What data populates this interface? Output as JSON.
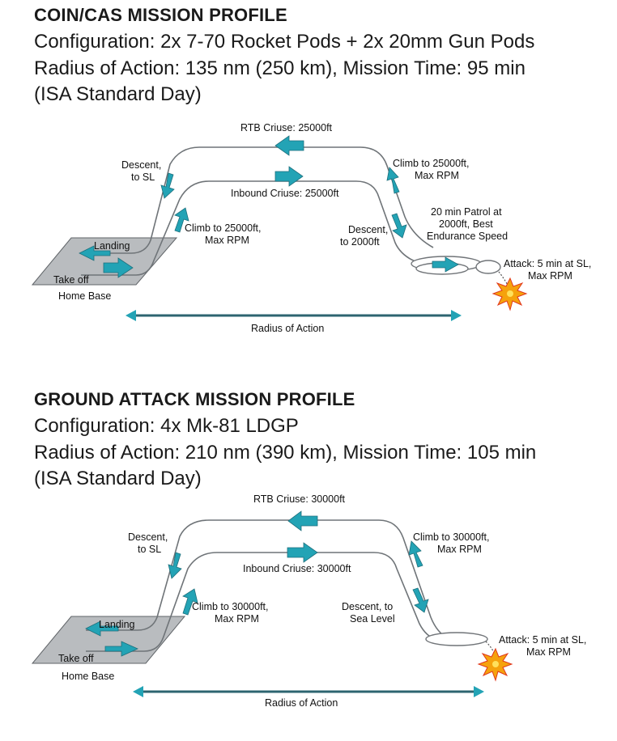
{
  "coin": {
    "title": "COIN/CAS MISSION PROFILE",
    "config": "Configuration: 2x 7-70 Rocket Pods + 2x 20mm Gun Pods",
    "radius": "Radius of Action: 135 nm (250 km), Mission Time: 95 min",
    "conditions": "(ISA Standard Day)",
    "labels": {
      "rtb": "RTB Criuse: 25000ft",
      "descent_sl_1": "Descent,",
      "descent_sl_2": "to SL",
      "climb_out_1": "Climb to 25000ft,",
      "climb_out_2": "Max RPM",
      "inbound": "Inbound Criuse: 25000ft",
      "climb_back_1": "Climb to 25000ft,",
      "climb_back_2": "Max RPM",
      "descent_patrol_1": "Descent,",
      "descent_patrol_2": "to 2000ft",
      "patrol_1": "20 min Patrol at",
      "patrol_2": "2000ft, Best",
      "patrol_3": "Endurance Speed",
      "attack_1": "Attack: 5 min at SL,",
      "attack_2": "Max RPM",
      "landing": "Landing",
      "takeoff": "Take off",
      "home": "Home Base",
      "roa": "Radius of Action"
    }
  },
  "ground": {
    "title": "GROUND ATTACK MISSION PROFILE",
    "config": "Configuration: 4x Mk-81 LDGP",
    "radius": "Radius of Action: 210 nm (390 km), Mission Time: 105 min",
    "conditions": "(ISA Standard Day)",
    "labels": {
      "rtb": "RTB Criuse: 30000ft",
      "descent_sl_1": "Descent,",
      "descent_sl_2": "to SL",
      "climb_out_1": "Climb to 30000ft,",
      "climb_out_2": "Max RPM",
      "inbound": "Inbound Criuse: 30000ft",
      "climb_back_1": "Climb to 30000ft,",
      "climb_back_2": "Max RPM",
      "descent_sea_1": "Descent, to",
      "descent_sea_2": "Sea Level",
      "attack_1": "Attack: 5 min at SL,",
      "attack_2": "Max RPM",
      "landing": "Landing",
      "takeoff": "Take off",
      "home": "Home Base",
      "roa": "Radius of Action"
    }
  },
  "colors": {
    "arrow": "#23a3b5",
    "route": "#6f7478",
    "base": "#b9bcbf",
    "explosion": "#f5a20c"
  },
  "icons": {
    "explosion": "explosion-icon",
    "direction": "flight-direction-arrow"
  }
}
